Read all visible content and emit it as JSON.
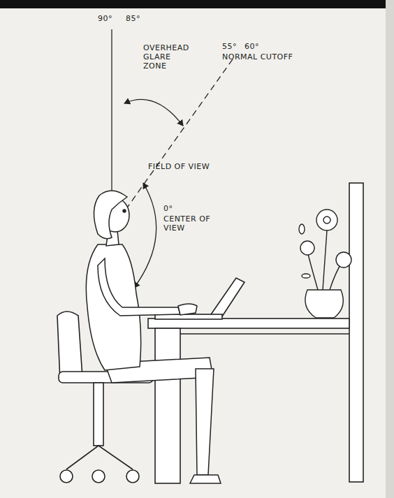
{
  "diagram": {
    "labels": [
      "90°",
      "85°",
      "OVERHEAD GLARE ZONE",
      "55°",
      "60°",
      "NORMAL CUTOFF",
      "FIELD OF VIEW",
      "0°",
      "CENTER OF VIEW"
    ]
  }
}
